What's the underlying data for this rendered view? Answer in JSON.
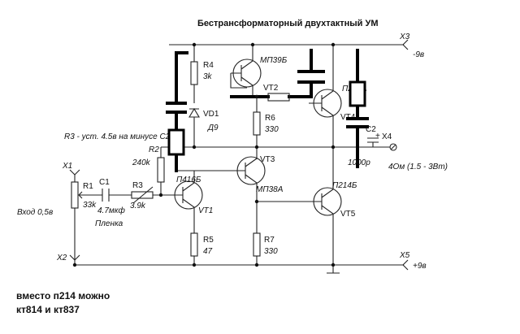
{
  "title": "Бестрансформаторный двухтактный УМ",
  "note_lines": [
    "вместо п214 можно",
    "кт814 и кт837"
  ],
  "terminals": {
    "x1": "X1",
    "x2": "X2",
    "x3": "X3",
    "x4": "X4",
    "x5": "X5",
    "x3_value": "-9в",
    "x5_value": "+9в",
    "x4_load": "4Ом (1.5 - 3Вт)",
    "input": "Вход 0,5в"
  },
  "components": {
    "r1": {
      "ref": "R1",
      "value": "33k"
    },
    "r2": {
      "ref": "R2",
      "value": "240k"
    },
    "r3": {
      "ref": "R3",
      "value": "3.9k"
    },
    "r3_note": "R3 - уст. 4.5в на минусе С2",
    "r4": {
      "ref": "R4",
      "value": "3k"
    },
    "r5": {
      "ref": "R5",
      "value": "47"
    },
    "r6": {
      "ref": "R6",
      "value": "330"
    },
    "r7": {
      "ref": "R7",
      "value": "330"
    },
    "c1": {
      "ref": "C1",
      "value": "4.7мкф",
      "note": "Пленка"
    },
    "c2": {
      "ref": "C2",
      "value": "1000p"
    },
    "vd1": {
      "ref": "VD1",
      "value": "Д9"
    },
    "vt1": {
      "ref": "VT1",
      "type": "П416Б"
    },
    "vt2": {
      "ref": "VT2",
      "type": "МП39Б"
    },
    "vt3": {
      "ref": "VT3",
      "type": "МП38А"
    },
    "vt4": {
      "ref": "VT4",
      "type": "П214А"
    },
    "vt5": {
      "ref": "VT5",
      "type": "П214Б"
    }
  },
  "colors": {
    "ink": "#111111",
    "background": "#ffffff"
  }
}
